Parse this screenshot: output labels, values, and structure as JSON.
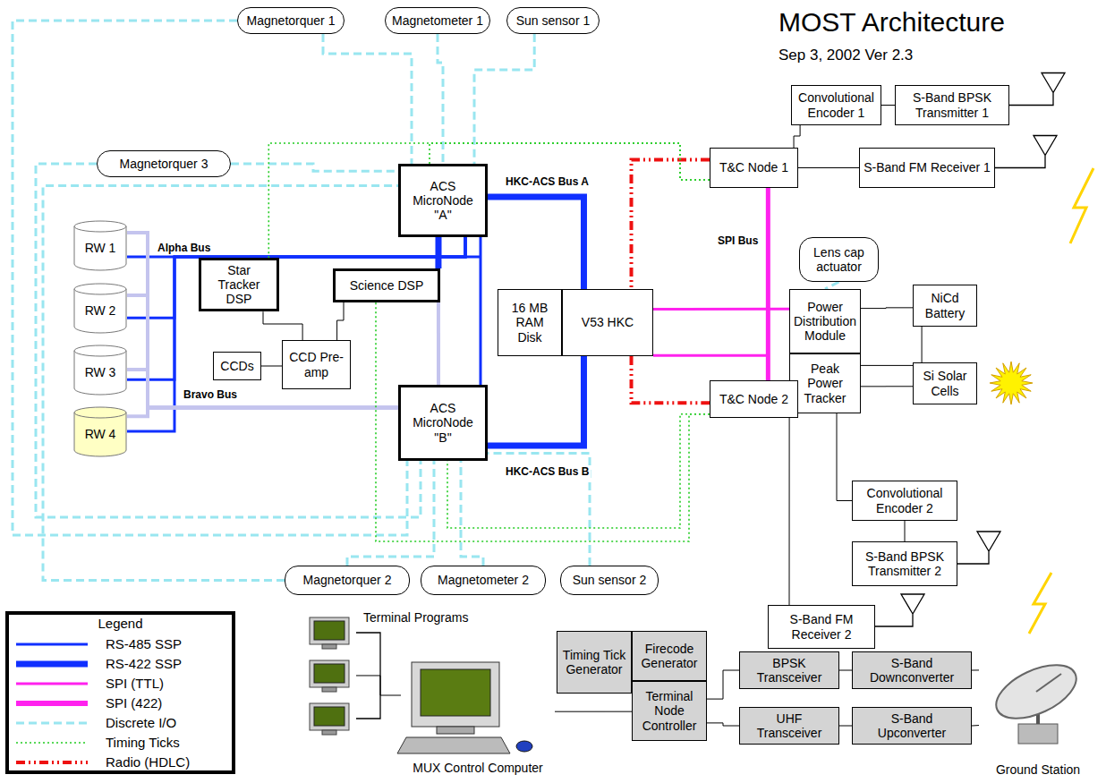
{
  "diagram": {
    "title": "MOST Architecture",
    "nodes": [
      {
        "text": [
          "Magnetorquer 1"
        ]
      },
      {
        "text": [
          "Magnetometer 1"
        ]
      },
      {
        "text": [
          "Sun sensor 1"
        ]
      },
      {
        "text": [
          "Convolutional Encoder 1"
        ]
      },
      {
        "text": [
          "S-Band BPSK Transmitter 1"
        ]
      },
      {
        "text": [
          "Magnetorquer 3"
        ]
      },
      {
        "text": [
          "ACS MicroNode \"A\""
        ]
      },
      {
        "text": [
          "T&C Node 1"
        ]
      },
      {
        "text": [
          "S-Band FM Receiver 1"
        ]
      },
      {
        "text": [
          "Lens cap actuator"
        ]
      },
      {
        "text": [
          "RW 1"
        ]
      },
      {
        "text": [
          "Star Tracker DSP"
        ]
      },
      {
        "text": [
          "Science DSP"
        ]
      },
      {
        "text": [
          "16 MB RAM Disk"
        ]
      },
      {
        "text": [
          "V53 HKC"
        ]
      },
      {
        "text": [
          "Power Distribution Module"
        ]
      },
      {
        "text": [
          "NiCd Battery"
        ]
      },
      {
        "text": [
          "Peak Power Tracker"
        ]
      },
      {
        "text": [
          "Si Solar Cells"
        ]
      },
      {
        "text": [
          "RW 2"
        ]
      },
      {
        "text": [
          "CCDs"
        ]
      },
      {
        "text": [
          "CCD Pre-amp"
        ]
      },
      {
        "text": [
          "RW 3"
        ]
      },
      {
        "text": [
          "RW 4"
        ]
      },
      {
        "text": [
          "ACS MicroNode \"B\""
        ]
      },
      {
        "text": [
          "T&C Node 2"
        ]
      },
      {
        "text": [
          "Convolutional Encoder 2"
        ]
      },
      {
        "text": [
          "S-Band BPSK Transmitter 2"
        ]
      },
      {
        "text": [
          "Magnetorquer 2"
        ]
      },
      {
        "text": [
          "Magnetometer 2"
        ]
      },
      {
        "text": [
          "Sun sensor 2"
        ]
      },
      {
        "text": [
          "S-Band FM Receiver 2"
        ]
      },
      {
        "text": [
          "Terminal Programs"
        ]
      },
      {
        "text": [
          "MUX Control Computer"
        ]
      },
      {
        "text": [
          "Timing Tick Generator"
        ]
      },
      {
        "text": [
          "Firecode Generator"
        ]
      },
      {
        "text": [
          "Terminal Node Controller"
        ]
      },
      {
        "text": [
          "BPSK Transceiver"
        ]
      },
      {
        "text": [
          "S-Band Downconverter"
        ]
      },
      {
        "text": [
          "UHF Transceiver"
        ]
      },
      {
        "text": [
          "S-Band Upconverter"
        ]
      },
      {
        "text": [
          "Ground Station"
        ]
      }
    ],
    "edges": [
      {
        "from": 0,
        "to": 6,
        "arrow": "none"
      },
      {
        "from": 1,
        "to": 6,
        "arrow": "none"
      },
      {
        "from": 2,
        "to": 6,
        "arrow": "none"
      },
      {
        "from": 0,
        "to": 24,
        "arrow": "none"
      },
      {
        "from": 5,
        "to": 6,
        "arrow": "none"
      },
      {
        "from": 5,
        "to": 24,
        "arrow": "none"
      },
      {
        "from": 28,
        "to": 6,
        "arrow": "none"
      },
      {
        "from": 28,
        "to": 24,
        "arrow": "none"
      },
      {
        "from": 29,
        "to": 24,
        "arrow": "none"
      },
      {
        "from": 30,
        "to": 24,
        "arrow": "none"
      },
      {
        "from": 9,
        "to": 15,
        "arrow": "none"
      },
      {
        "from": 10,
        "to": 6,
        "arrow": "none"
      },
      {
        "from": 11,
        "to": 6,
        "arrow": "none"
      },
      {
        "from": 19,
        "to": 6,
        "arrow": "none"
      },
      {
        "from": 22,
        "to": 6,
        "arrow": "none"
      },
      {
        "from": 23,
        "to": 6,
        "arrow": "none"
      },
      {
        "from": 6,
        "to": 24,
        "arrow": "none"
      },
      {
        "from": 12,
        "to": 6,
        "arrow": "none"
      },
      {
        "from": 12,
        "to": 24,
        "arrow": "none"
      },
      {
        "from": 10,
        "to": 24,
        "arrow": "none"
      },
      {
        "from": 19,
        "to": 24,
        "arrow": "none"
      },
      {
        "from": 22,
        "to": 24,
        "arrow": "none"
      },
      {
        "from": 23,
        "to": 24,
        "arrow": "none"
      },
      {
        "from": 6,
        "to": 14,
        "label": "HKC-ACS Bus A",
        "arrow": "none"
      },
      {
        "from": 24,
        "to": 14,
        "label": "HKC-ACS Bus B",
        "arrow": "none"
      },
      {
        "from": 11,
        "to": 21,
        "arrow": "none"
      },
      {
        "from": 12,
        "to": 21,
        "arrow": "none"
      },
      {
        "from": 20,
        "to": 21,
        "arrow": "none"
      },
      {
        "from": 7,
        "to": 14,
        "arrow": "none"
      },
      {
        "from": 14,
        "to": 25,
        "arrow": "none"
      },
      {
        "from": 7,
        "to": 25,
        "label": "SPI Bus",
        "arrow": "none"
      },
      {
        "from": 14,
        "to": 15,
        "arrow": "none"
      },
      {
        "from": 14,
        "to": 25,
        "arrow": "none"
      },
      {
        "from": 7,
        "to": 3,
        "arrow": "none"
      },
      {
        "from": 3,
        "to": 4,
        "arrow": "none"
      },
      {
        "from": 7,
        "to": 8,
        "arrow": "none"
      },
      {
        "from": 25,
        "to": 26,
        "arrow": "none"
      },
      {
        "from": 26,
        "to": 27,
        "arrow": "none"
      },
      {
        "from": 25,
        "to": 31,
        "arrow": "none"
      },
      {
        "from": 15,
        "to": 16,
        "arrow": "none"
      },
      {
        "from": 17,
        "to": 16,
        "arrow": "none"
      },
      {
        "from": 17,
        "to": 18,
        "arrow": "none"
      },
      {
        "from": 7,
        "to": 6,
        "arrow": "none"
      },
      {
        "from": 7,
        "to": 11,
        "arrow": "none"
      },
      {
        "from": 25,
        "to": 24,
        "arrow": "none"
      },
      {
        "from": 25,
        "to": 12,
        "arrow": "none"
      },
      {
        "from": 32,
        "to": 33,
        "arrow": "none"
      },
      {
        "from": 33,
        "to": 36,
        "arrow": "none"
      },
      {
        "from": 36,
        "to": 37,
        "arrow": "none"
      },
      {
        "from": 36,
        "to": 39,
        "arrow": "none"
      },
      {
        "from": 37,
        "to": 38,
        "arrow": "none"
      },
      {
        "from": 39,
        "to": 40,
        "arrow": "none"
      },
      {
        "from": 38,
        "to": 41,
        "arrow": "none"
      },
      {
        "from": 40,
        "to": 41,
        "arrow": "none"
      }
    ],
    "labels": [
      "Sep 3, 2002 Ver 2.3",
      "Alpha Bus",
      "Bravo Bus",
      "Legend"
    ],
    "legend": [
      {
        "text": "RS-485 SSP"
      },
      {
        "text": "RS-422 SSP"
      },
      {
        "text": "SPI (TTL)"
      },
      {
        "text": "SPI (422)"
      },
      {
        "text": "Discrete I/O"
      },
      {
        "text": "Timing Ticks"
      },
      {
        "text": "Radio (HDLC)"
      }
    ]
  }
}
